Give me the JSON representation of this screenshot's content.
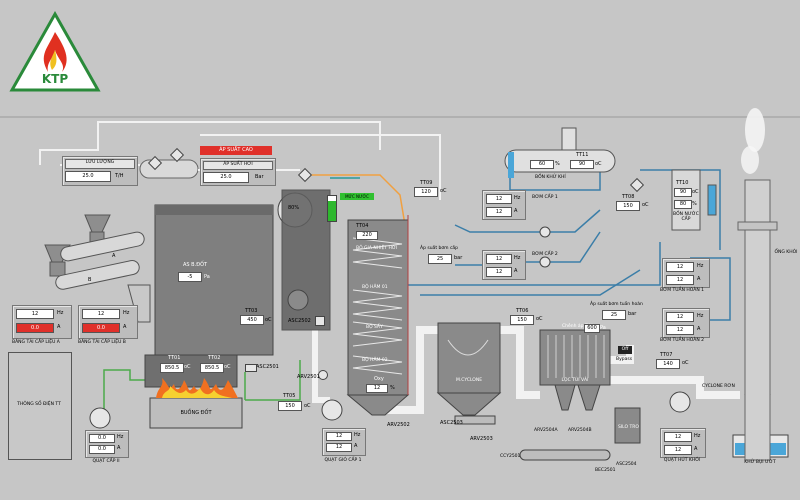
{
  "logo": {
    "text": "KTP"
  },
  "header": {
    "luu_luong_label": "LƯU LƯỢNG",
    "luu_luong_value": "25.0",
    "luu_luong_unit": "T/H",
    "ap_suat_cao_label": "ÁP SUẤT CAO",
    "ap_suat_hoi_label": "ÁP SUẤT HƠI",
    "ap_suat_hoi_value": "25.0",
    "ap_suat_hoi_unit": "Bar"
  },
  "drum": {
    "level_label": "80%",
    "level": 0.8,
    "alarm_label": "MỨC NƯỚC"
  },
  "furnace": {
    "as_bdot_label": "AS B.ĐỐT",
    "as_bdot_value": "-5",
    "as_bdot_unit": "Pa",
    "tt03_label": "TT03",
    "tt03_value": "450",
    "tt03_unit": "oC",
    "tt01_label": "TT01",
    "tt01_value": "850.5",
    "tt01_unit": "oC",
    "tt02_label": "TT02",
    "tt02_value": "850.5",
    "tt02_unit": "oC",
    "buong_dot_label": "BUỒNG ĐỐT",
    "asc2501": "ASC2501",
    "asc2502": "ASC2502"
  },
  "tt05": {
    "label": "TT05",
    "value": "150",
    "unit": "oC"
  },
  "arv2501": "ARV2501",
  "arv2502": "ARV2502",
  "conveyors": {
    "a": "A",
    "b": "B",
    "bang_tai_a": {
      "hz": "12",
      "a": "0.0",
      "label": "BĂNG TẢI CẤP LIỆU A"
    },
    "bang_tai_b": {
      "hz": "12",
      "a": "0.0",
      "label": "BĂNG TẢI CẤP LIỆU B"
    },
    "unit_hz": "Hz",
    "unit_a": "A"
  },
  "quat_cap_2": {
    "hz": "0.0",
    "a": "0.0",
    "label": "QUẠT CẤP II"
  },
  "quat_gio_cap_1": {
    "hz": "12",
    "a": "12",
    "label": "QUẠT GIÓ CẤP 1"
  },
  "thong_so_dien": "THÔNG SỐ ĐIỆN TT",
  "tower": {
    "tt04_label": "TT04",
    "tt04_value": "220",
    "gia_nhiet_label": "BỘ GIA NHIỆT HƠI",
    "ham_01": "BỘ HÂM 01",
    "ham_02": "BỘ HÂM 02",
    "say": "BỘ SẤY",
    "oxy_label": "Oxy",
    "oxy_value": "12",
    "oxy_unit": "%"
  },
  "tt09": {
    "label": "TT09",
    "value": "120",
    "unit": "oC"
  },
  "ap_suat_bom_cap": {
    "label": "Áp suất bơm cấp",
    "value": "25",
    "unit": "bar"
  },
  "bom_cap_1": {
    "hz": "12",
    "a": "12",
    "label": "BƠM CẤP 1"
  },
  "bom_cap_2": {
    "hz": "12",
    "a": "12",
    "label": "BƠM CẤP 2"
  },
  "bon_khu_khi": {
    "label": "BỒN KHỬ KHÍ",
    "tt11": "TT11",
    "level": "60",
    "level_unit": "%",
    "temp": "90",
    "temp_unit": "oC"
  },
  "tt08": {
    "label": "TT08",
    "value": "150",
    "unit": "oC"
  },
  "bon_nuoc_cap": {
    "label": "BỒN NƯỚC CẤP",
    "tt10": "TT10",
    "temp": "90",
    "temp_unit": "oC",
    "level": "80",
    "level_unit": "%"
  },
  "bom_tuan_hoan_1": {
    "hz": "12",
    "a": "12",
    "label": "BƠM TUẦN HOÀN 1"
  },
  "bom_tuan_hoan_2": {
    "hz": "12",
    "a": "12",
    "label": "BƠM TUẦN HOÀN 2"
  },
  "ap_suat_bom_th": {
    "label": "Áp suất bơm tuần hoàn",
    "value": "25",
    "unit": "bar"
  },
  "tt06": {
    "label": "TT06",
    "value": "150",
    "unit": "oC"
  },
  "multi_cyclone": "M.CYCLONE",
  "asc2503": "ASC2503",
  "arv2503": "ARV2503",
  "chenh_ap": {
    "label": "Chênh áp T/V",
    "value": "600",
    "unit": "Pa"
  },
  "loc_tui_vai": "LỌC TÚI VẢI",
  "arv2504a": "ARV2504A",
  "arv2504b": "ARV2504B",
  "off_bypass": {
    "off": "Off",
    "bypass": "Bypass"
  },
  "tt07": {
    "label": "TT07",
    "value": "140",
    "unit": "oC"
  },
  "silo_tro": "SILO TRO",
  "asc2504": "ASC2504",
  "bec2501": "BEC2501",
  "ccy2501": "CCY2501",
  "cyclone_ron": "CYCLONE RƠN",
  "quat_hut_khoi": {
    "hz": "12",
    "a": "12",
    "label": "QUẠT HÚT KHÓI"
  },
  "khu_bui_uot": "KHỬ BỤI ƯỚT",
  "ong_khoi": "ỐNG KHÓI"
}
